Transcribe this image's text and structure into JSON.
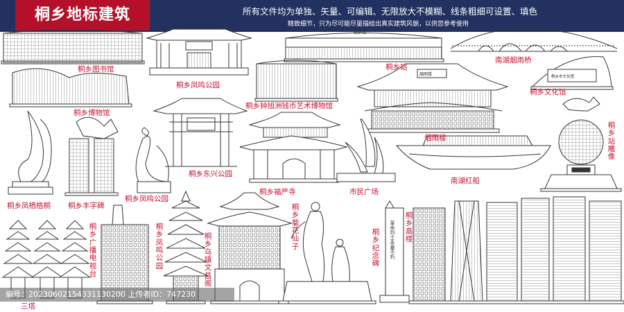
{
  "header": {
    "title": "桐乡地标建筑",
    "subtitle_1": "所有文件均为单独、矢量、可编辑、无限放大不模糊、线条粗细可设置、填色",
    "subtitle_2": "精致细节，只为尽可能尽量描绘出真实建筑风貌，以供您参考使用"
  },
  "labels": {
    "library": "桐乡图书馆",
    "fengming_park_1": "桐乡凤鸣公园",
    "money_museum": "桐乡钟旭洲钱币艺术博物馆",
    "station": "桐乡站",
    "yanyu_bridge": "南湖烟雨桥",
    "culture_hall": "桐乡文化馆",
    "museum": "桐乡博物馆",
    "yanyu_tower": "烟雨楼",
    "station_sculpture": "桐乡站雕像",
    "dongxing_park": "桐乡东兴公园",
    "fuyan_temple": "桐乡福严寺",
    "citizen_square": "市民广场",
    "red_boat": "南湖红船",
    "phoenix_tree": "桐乡凤栖梧桐",
    "fengzi_monument": "桐乡丰字碑",
    "fengming_park_2": "桐乡凤鸣公园",
    "three_towers": "三塔",
    "tv_tower": "桐乡广播电视台",
    "fengming_park_3": "桐乡凤鸣公园",
    "wuzhen_wenchang": "桐乡乌镇文昌阁",
    "juhua_fairy": "桐乡菊花仙子",
    "memorial": "桐乡纪念碑",
    "high_rise": "桐乡高楼"
  },
  "signs": {
    "station_sign": "桐乡站",
    "yanyu_sign": "烟雨楼",
    "culture_sign": "桐乡市文化馆",
    "memorial_sign": "革命烈士永垂不朽"
  },
  "watermark": {
    "text": "编号：20230602154331130200  上传者ID：747230"
  },
  "colors": {
    "header_bg": "#22315f",
    "title_bg": "#b5102a",
    "label": "#c8102e",
    "line": "#333333"
  }
}
